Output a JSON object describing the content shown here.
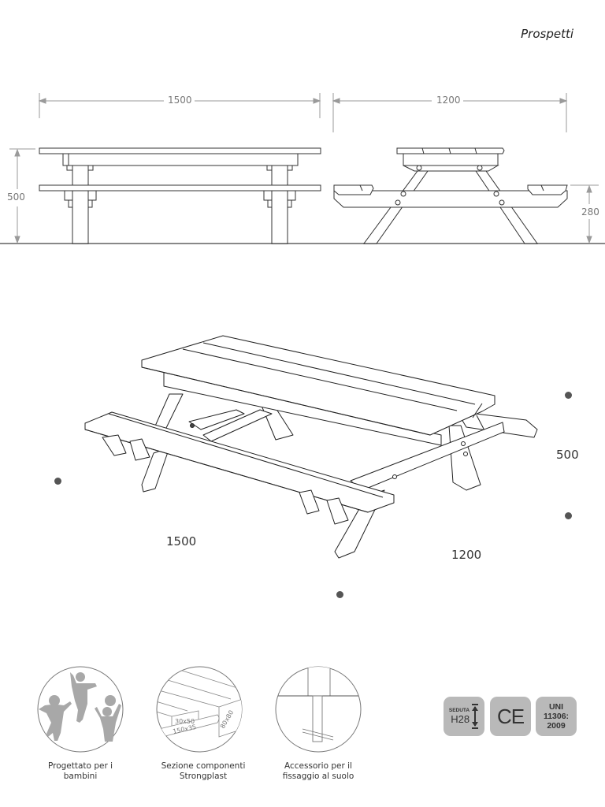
{
  "header": {
    "title": "Prospetti"
  },
  "elevations": {
    "front": {
      "width_label": "1500",
      "height_label": "500"
    },
    "side": {
      "width_label": "1200",
      "seat_height_label": "280"
    }
  },
  "isometric": {
    "length_label": "1500",
    "depth_label": "1200",
    "height_label": "500"
  },
  "features": [
    {
      "icon": "children-playing-icon",
      "caption_line1": "Progettato per i",
      "caption_line2": "bambini"
    },
    {
      "icon": "profile-section-icon",
      "caption_line1": "Sezione componenti Strongplast",
      "caption_line2": "",
      "sections": [
        "30x50",
        "150x35",
        "80x80"
      ]
    },
    {
      "icon": "ground-anchor-icon",
      "caption_line1": "Accessorio per il",
      "caption_line2": "fissaggio al suolo"
    }
  ],
  "badges": {
    "seat": {
      "top": "SEDUTA",
      "value": "H28"
    },
    "ce": {
      "label": "CE"
    },
    "uni": {
      "line1": "UNI",
      "line2": "11306:",
      "line3": "2009"
    }
  },
  "colors": {
    "line": "#333333",
    "dimension": "#9a9a9a",
    "badge_bg": "#b9b9b9",
    "silhouette": "#a8a8a8"
  }
}
